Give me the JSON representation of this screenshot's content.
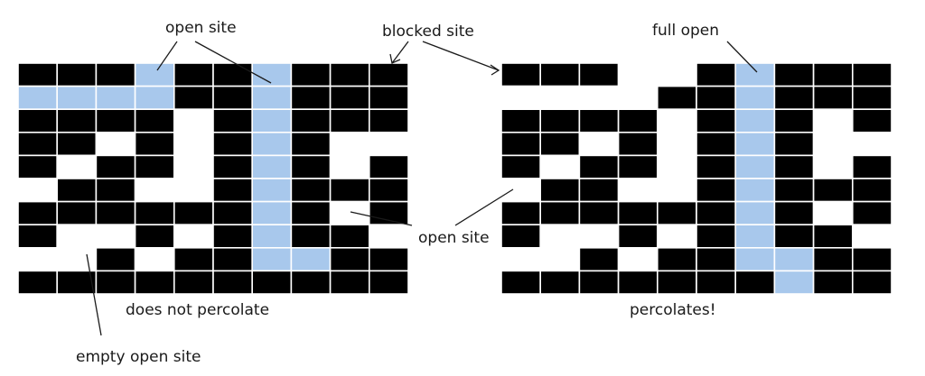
{
  "colors": {
    "blocked": "#000000",
    "open": "#ffffff",
    "full": "#a8c8ec",
    "gridline": "#ffffff",
    "ink": "#1a1a1a"
  },
  "labels": {
    "open_site_top": "open site",
    "blocked_site": "blocked site",
    "full_open": "full open",
    "open_site_middle": "open site",
    "does_not_percolate": "does not percolate",
    "percolates": "percolates!",
    "empty_open_site": "empty open site"
  },
  "grids": [
    {
      "id": "left",
      "rows": [
        "BBBFBBFBBB",
        "FFFFBBFBBB",
        "BBBBOBFBBB",
        "BBOBOBFBOO",
        "BOBBOBFBOB",
        "OBBOOBFBBB",
        "BBBBBBFBOB",
        "BOOBOBFBBO",
        "OOBOBBFFBB",
        "BBBBBBBBBB"
      ]
    },
    {
      "id": "right",
      "rows": [
        "BBBOOBFBBB",
        "OOOOBBFBBB",
        "BBBBOBFBOB",
        "BBOBOBFBOO",
        "BOBBOBFBOB",
        "OBBOOBFBBB",
        "BBBBBBFBOB",
        "BOOBOBFBBO",
        "OOBOBBFFBB",
        "BBBBBBBFBB"
      ]
    }
  ]
}
